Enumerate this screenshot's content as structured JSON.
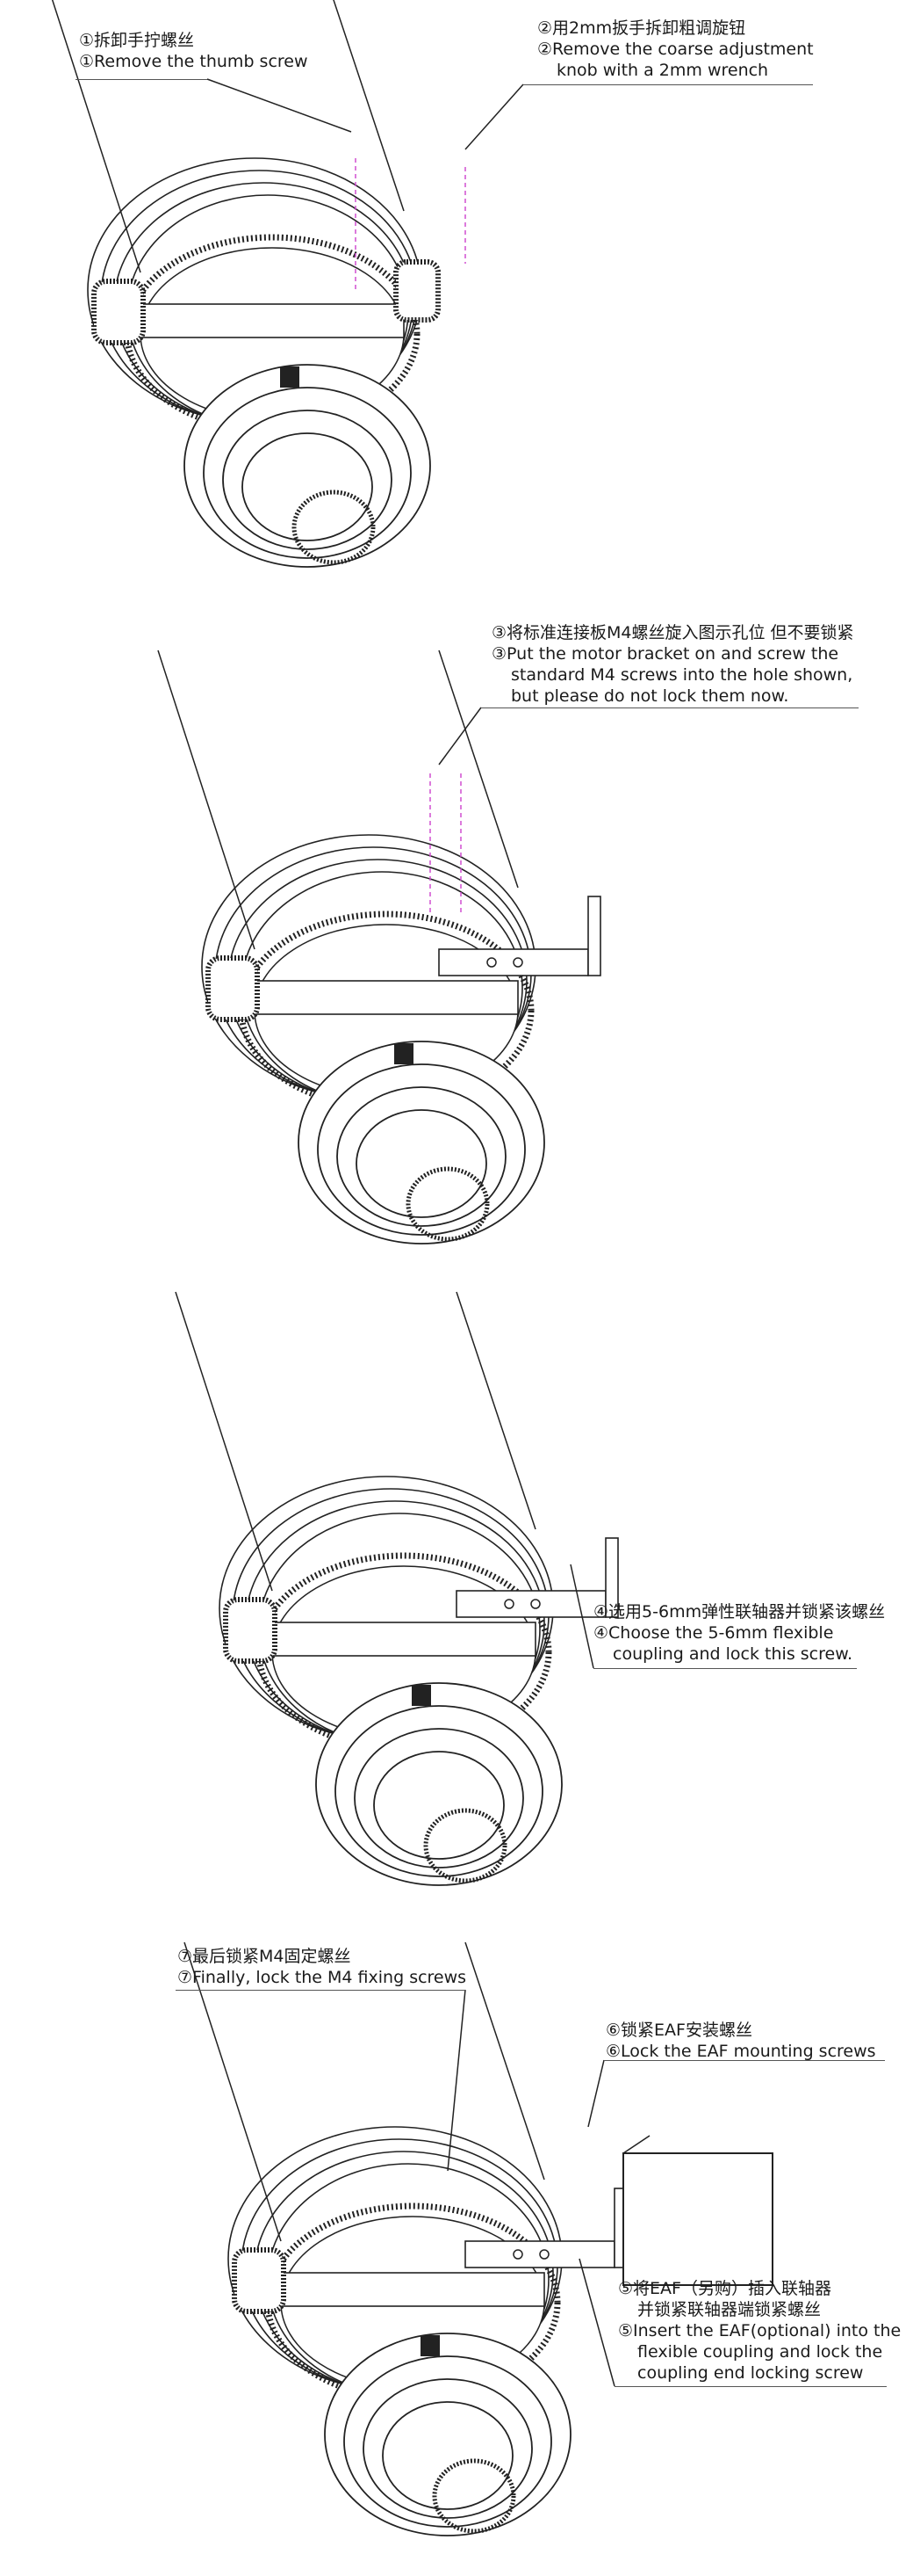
{
  "steps": [
    {
      "zh": "①拆卸手拧螺丝",
      "en": [
        "①Remove the thumb screw"
      ]
    },
    {
      "zh": "②用2mm扳手拆卸粗调旋钮",
      "en": [
        "②Remove the coarse adjustment",
        "knob with a 2mm wrench"
      ]
    },
    {
      "zh": "③将标准连接板M4螺丝旋入图示孔位 但不要锁紧",
      "en": [
        "③Put the motor bracket on and screw the",
        "standard M4 screws into the hole shown,",
        "but please do not lock them now."
      ]
    },
    {
      "zh": "④选用5-6mm弹性联轴器并锁紧该螺丝",
      "en": [
        "④Choose the 5-6mm flexible",
        "coupling and lock this screw."
      ]
    },
    {
      "zh": [
        "⑤将EAF（另购）插入联轴器",
        "并锁紧联轴器端锁紧螺丝"
      ],
      "en": [
        "⑤Insert the EAF(optional) into the",
        "flexible coupling and lock the",
        "coupling end locking screw"
      ]
    },
    {
      "zh": "⑥锁紧EAF安装螺丝",
      "en": [
        "⑥Lock the EAF mounting screws"
      ]
    },
    {
      "zh": "⑦最后锁紧M4固定螺丝",
      "en": [
        "⑦Finally, lock the M4 fixing screws"
      ]
    }
  ]
}
